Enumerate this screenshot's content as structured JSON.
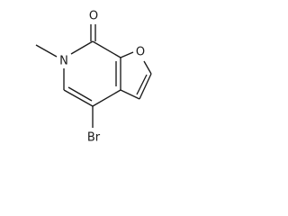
{
  "molecule": {
    "atoms": {
      "oxygen_carbonyl": "O",
      "nitrogen": "N",
      "oxygen_furan": "O",
      "bromine": "Br"
    }
  }
}
